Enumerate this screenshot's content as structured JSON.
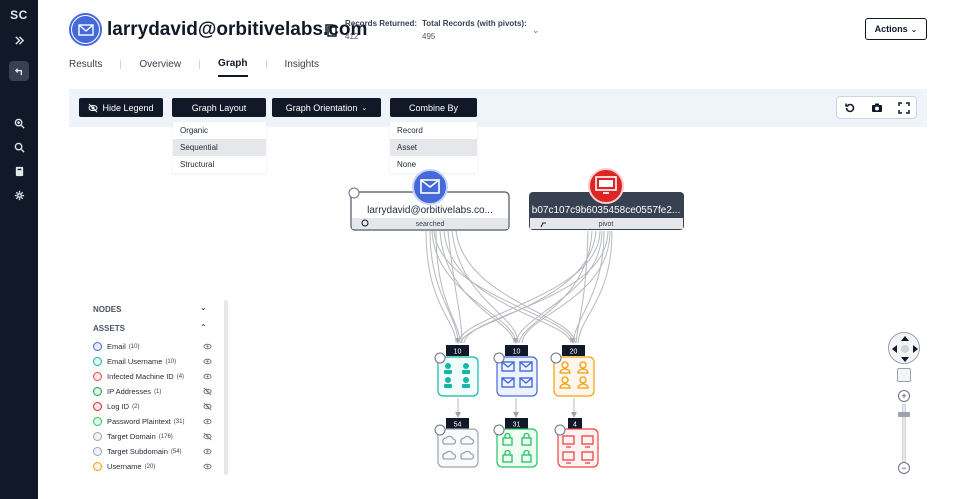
{
  "sidebar": {
    "logo": "SC"
  },
  "header": {
    "title": "larrydavid@orbitivelabs.com",
    "records_returned_label": "Records Returned:",
    "records_returned_value": "412",
    "total_records_label": "Total Records (with pivots):",
    "total_records_value": "495",
    "actions_label": "Actions"
  },
  "tabs": [
    {
      "label": "Results"
    },
    {
      "label": "Overview"
    },
    {
      "label": "Graph",
      "active": true
    },
    {
      "label": "Insights"
    }
  ],
  "toolbar": {
    "hide_legend": "Hide Legend",
    "graph_layout": "Graph Layout",
    "graph_orientation": "Graph Orientation",
    "combine_by": "Combine By"
  },
  "layout_menu": {
    "items": [
      "Organic",
      "Sequential",
      "Structural"
    ],
    "selected": "Sequential"
  },
  "combine_menu": {
    "items": [
      "Record",
      "Asset",
      "None"
    ],
    "selected": "Asset"
  },
  "graph": {
    "root_nodes": [
      {
        "label": "larrydavid@orbitivelabs.co...",
        "status": "searched",
        "color": "#4469d8"
      },
      {
        "label": "b07c107c9b6035458ce0557fe2...",
        "status": "pivot",
        "color": "#dc2626"
      }
    ],
    "middle_nodes": [
      {
        "count": "10",
        "color": "#14b8a6",
        "kind": "email-username"
      },
      {
        "count": "10",
        "color": "#4469d8",
        "kind": "email"
      },
      {
        "count": "20",
        "color": "#f59e0b",
        "kind": "username"
      }
    ],
    "bottom_nodes": [
      {
        "count": "54",
        "color": "#9ca3af",
        "kind": "domain"
      },
      {
        "count": "31",
        "color": "#22c55e",
        "kind": "password"
      },
      {
        "count": "4",
        "color": "#ef4444",
        "kind": "machine"
      }
    ]
  },
  "legend": {
    "nodes_label": "NODES",
    "assets_label": "ASSETS",
    "items": [
      {
        "name": "Email",
        "count": "(10)",
        "color": "#4469d8",
        "visible": true
      },
      {
        "name": "Email Username",
        "count": "(10)",
        "color": "#14b8a6",
        "visible": true
      },
      {
        "name": "Infected Machine ID",
        "count": "(4)",
        "color": "#ef4444",
        "visible": true
      },
      {
        "name": "IP Addresses",
        "count": "(1)",
        "color": "#16a34a",
        "visible": false
      },
      {
        "name": "Log ID",
        "count": "(2)",
        "color": "#dc2626",
        "visible": false
      },
      {
        "name": "Password Plaintext",
        "count": "(31)",
        "color": "#22c55e",
        "visible": true
      },
      {
        "name": "Target Domain",
        "count": "(176)",
        "color": "#9ca3af",
        "visible": false
      },
      {
        "name": "Target Subdomain",
        "count": "(54)",
        "color": "#9ca3af",
        "visible": true
      },
      {
        "name": "Username",
        "count": "(20)",
        "color": "#f59e0b",
        "visible": true
      }
    ]
  }
}
